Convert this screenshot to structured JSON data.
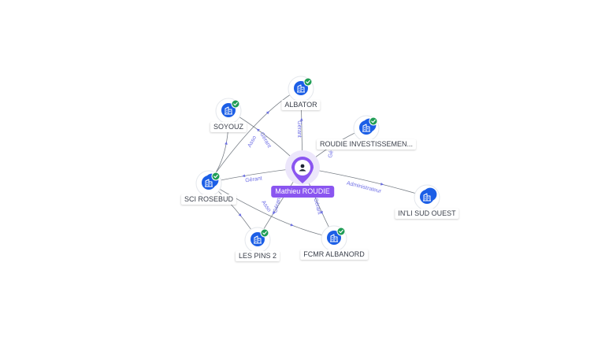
{
  "colors": {
    "company": "#1b5ee6",
    "verified": "#1f9d55",
    "person": "#8a55f0",
    "edge_label": "#6e6ee6"
  },
  "center": {
    "name": "Mathieu ROUDIE",
    "icon": "person-icon"
  },
  "companies": [
    {
      "id": "albator",
      "name": "ALBATOR",
      "icon": "building-icon",
      "verified": true,
      "stacked": false
    },
    {
      "id": "soyouz",
      "name": "SOYOUZ",
      "icon": "building-icon",
      "verified": true,
      "stacked": false
    },
    {
      "id": "roudie-inv",
      "name": "ROUDIE INVESTISSEMEN...",
      "icon": "building-icon",
      "verified": true,
      "stacked": true
    },
    {
      "id": "sci-rosebud",
      "name": "SCI ROSEBUD",
      "icon": "building-icon",
      "verified": true,
      "stacked": true
    },
    {
      "id": "inli",
      "name": "IN'LI SUD OUEST",
      "icon": "building-icon",
      "verified": false,
      "stacked": true
    },
    {
      "id": "les-pins",
      "name": "LES PINS 2",
      "icon": "building-icon",
      "verified": true,
      "stacked": false
    },
    {
      "id": "fcmr",
      "name": "FCMR ALBANORD",
      "icon": "building-icon",
      "verified": true,
      "stacked": false
    }
  ],
  "edges": [
    {
      "from": "center",
      "to": "albator",
      "label": "Gérant"
    },
    {
      "from": "center",
      "to": "roudie-inv",
      "label": "Gé"
    },
    {
      "from": "center",
      "to": "sci-rosebud",
      "label": "Gérant"
    },
    {
      "from": "center",
      "to": "inli",
      "label": "Administrateur"
    },
    {
      "from": "center",
      "to": "fcmr",
      "label": "Gérant"
    },
    {
      "from": "center",
      "to": "les-pins",
      "label": "Gérant"
    },
    {
      "from": "center",
      "to": "soyouz",
      "label": "Gérant"
    },
    {
      "from": "sci-rosebud",
      "to": "soyouz",
      "label": "Asso"
    },
    {
      "from": "sci-rosebud",
      "to": "albator",
      "label": ""
    },
    {
      "from": "sci-rosebud",
      "to": "les-pins",
      "label": "Asso"
    },
    {
      "from": "sci-rosebud",
      "to": "fcmr",
      "label": ""
    }
  ]
}
